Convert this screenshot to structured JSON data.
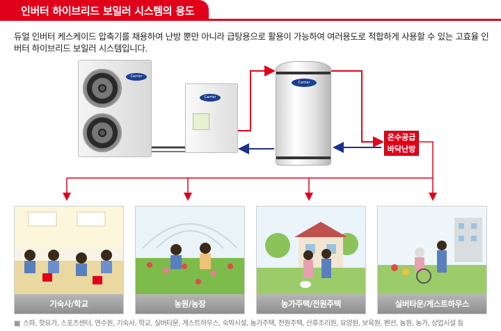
{
  "header": {
    "title": "인버터 하이브리드 보일러 시스템의 용도"
  },
  "description": {
    "text": "듀얼 인버터 케스케이드 압축기를 채용하여 난방 뿐만 아니라 급탕용으로 활용이 가능하여 여러용도로 적합하게 사용할 수 있는 고효율 인버터 하이브리드 보일러 시스템입니다."
  },
  "diagram": {
    "supply_line1": "온수공급",
    "supply_line2": "바닥난방",
    "brand_logo": "Carrier",
    "colors": {
      "supply": "#e1001a",
      "return": "#1b2f8f"
    }
  },
  "uses": [
    {
      "label": "기숙사/학교"
    },
    {
      "label": "농원/농장"
    },
    {
      "label": "농가주택/전원주택"
    },
    {
      "label": "실버타운/게스트하우스"
    }
  ],
  "footnote": {
    "bullet": "■",
    "text": "스파, 핫요가, 스포츠센터, 연수원, 기숙사, 학교, 실버타운, 게스트하우스, 숙박시설, 농가주택, 전원주택, 산후조리원, 요양원, 보육원, 펜션, 농원, 농가, 상업시설 등"
  }
}
